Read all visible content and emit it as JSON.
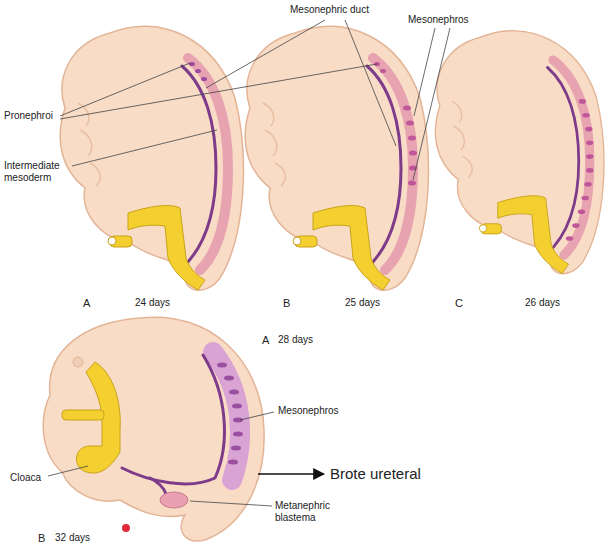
{
  "diagram": {
    "labels": [
      "Mesonephric duct",
      "Mesonephros",
      "Pronephroi",
      "Intermediate mesoderm",
      "A",
      "24 days",
      "B",
      "25 days",
      "C",
      "26 days",
      "A",
      "28 days",
      "Mesonephros",
      "Cloaca",
      "Metanephric blastema",
      "B",
      "32 days",
      "Brote ureteral"
    ]
  }
}
